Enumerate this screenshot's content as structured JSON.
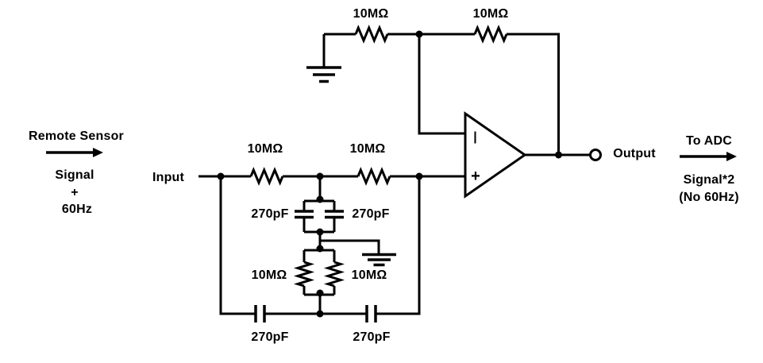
{
  "colors": {
    "ink": "#000000",
    "background": "#ffffff"
  },
  "flow": {
    "left": {
      "title": "Remote Sensor",
      "lines": [
        "Signal",
        "+",
        "60Hz"
      ]
    },
    "right": {
      "title": "To ADC",
      "lines": [
        "Signal*2",
        "(No 60Hz)"
      ]
    }
  },
  "labels": {
    "input": "Input",
    "output": "Output"
  },
  "opamp": {
    "inverting_marker": "|",
    "noninverting_marker": "+"
  },
  "components": {
    "feedback_r1": "10MΩ",
    "feedback_r2": "10MΩ",
    "series_r1": "10MΩ",
    "series_r2": "10MΩ",
    "filter_c1": "270pF",
    "filter_c2": "270pF",
    "filter_r1": "10MΩ",
    "filter_r2": "10MΩ",
    "coupling_c1": "270pF",
    "coupling_c2": "270pF"
  }
}
